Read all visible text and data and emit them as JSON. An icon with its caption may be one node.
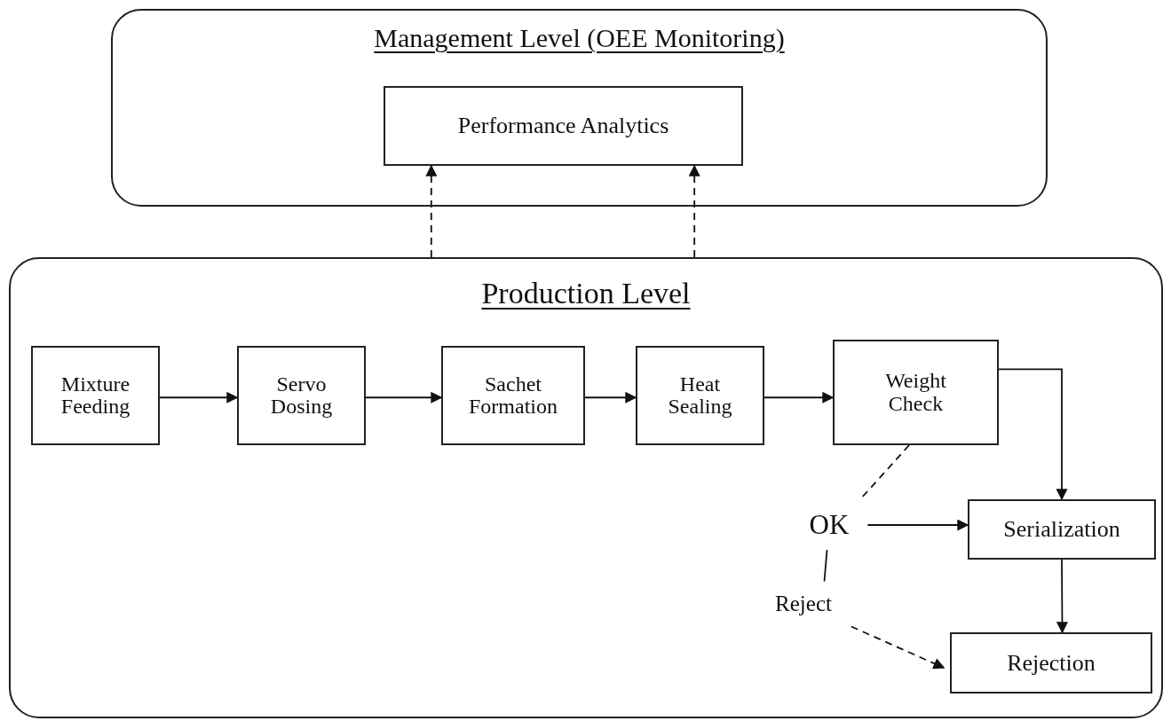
{
  "diagram": {
    "nodes": [
      {
        "text": [
          "Management Level (OEE Monitoring)"
        ]
      },
      {
        "text": [
          "Performance Analytics"
        ],
        "in": 0
      },
      {
        "text": [
          "Production Level"
        ]
      },
      {
        "text": [
          "Mixture Feeding"
        ],
        "in": 2
      },
      {
        "text": [
          "Servo Dosing"
        ],
        "in": 2
      },
      {
        "text": [
          "Sachet Formation"
        ],
        "in": 2
      },
      {
        "text": [
          "Heat Sealing"
        ],
        "in": 2
      },
      {
        "text": [
          "Weight Check"
        ],
        "in": 2
      },
      {
        "text": [
          "Serialization"
        ],
        "in": 2
      },
      {
        "text": [
          "Rejection"
        ],
        "in": 2
      },
      {
        "text": [
          "OK"
        ],
        "in": 2
      },
      {
        "text": [
          "Reject"
        ],
        "in": 2
      }
    ],
    "edges": [
      {
        "from": 2,
        "to": 1,
        "arrow": "to",
        "style": "dashed"
      },
      {
        "from": 2,
        "to": 1,
        "arrow": "to",
        "style": "dashed"
      },
      {
        "from": 3,
        "to": 4,
        "arrow": "to"
      },
      {
        "from": 4,
        "to": 5,
        "arrow": "to"
      },
      {
        "from": 5,
        "to": 6,
        "arrow": "to"
      },
      {
        "from": 6,
        "to": 7,
        "arrow": "to"
      },
      {
        "from": 7,
        "to": 8,
        "arrow": "to"
      },
      {
        "from": 7,
        "to": 10,
        "arrow": "none",
        "style": "dashed"
      },
      {
        "from": 10,
        "to": 8,
        "arrow": "to"
      },
      {
        "from": 10,
        "to": 11,
        "arrow": "none"
      },
      {
        "from": 8,
        "to": 9,
        "arrow": "to"
      },
      {
        "from": 11,
        "to": 9,
        "arrow": "to",
        "style": "dashed"
      }
    ]
  }
}
